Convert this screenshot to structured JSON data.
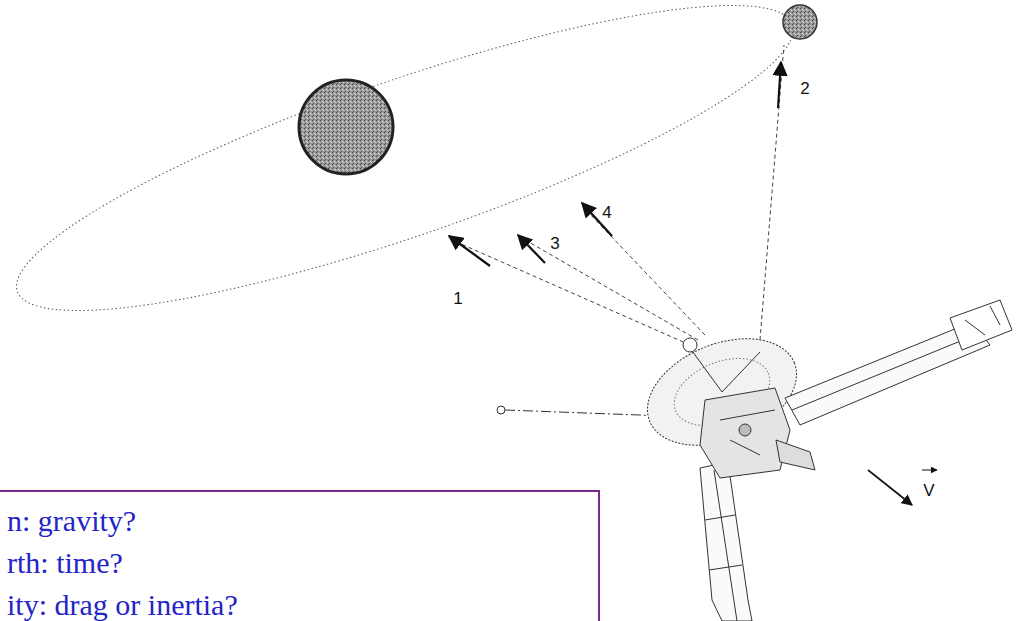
{
  "diagram": {
    "nodes": [
      {
        "text": [
          "n: gravity?",
          "rth: time?",
          "ity: drag or inertia?"
        ]
      }
    ],
    "labels": [
      "1",
      "2",
      "3",
      "4",
      "V"
    ]
  }
}
